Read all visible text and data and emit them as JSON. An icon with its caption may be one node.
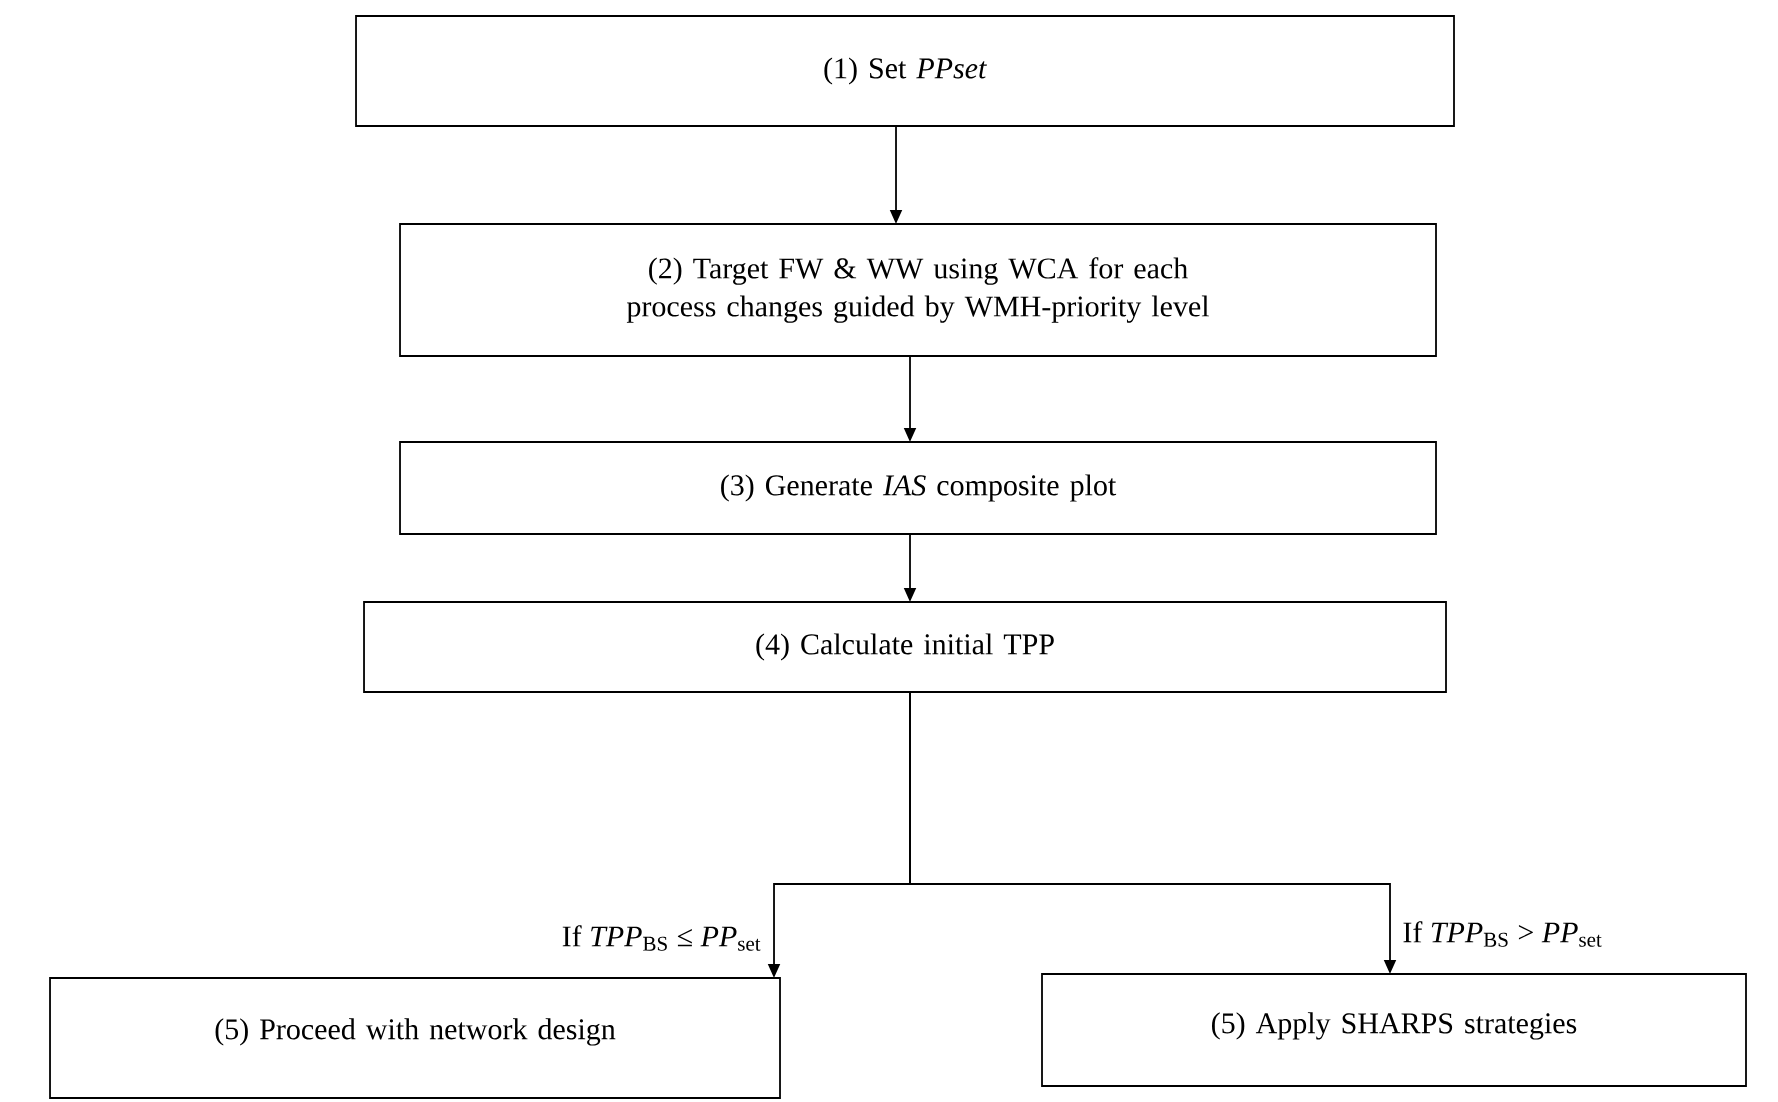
{
  "diagram": {
    "nodes": [
      {
        "text": [
          "(1) Set *PPset*"
        ]
      },
      {
        "text": [
          "(2) Target FW & WW using WCA for each process changes guided by WMH-priority level"
        ]
      },
      {
        "text": [
          "(3) Generate *IAS* composite plot"
        ]
      },
      {
        "text": [
          "(4) Calculate initial TPP"
        ]
      },
      {
        "text": [
          "(5) Proceed with network design"
        ]
      },
      {
        "text": [
          "(5) Apply SHARPS strategies"
        ]
      }
    ],
    "edges": [
      {
        "from": 0,
        "to": 1,
        "arrow": "to"
      },
      {
        "from": 1,
        "to": 2,
        "arrow": "to"
      },
      {
        "from": 2,
        "to": 3,
        "arrow": "to"
      },
      {
        "from": 3,
        "to": 4,
        "arrow": "to",
        "label": "If *TPP*$_{BS}$ ≤ *PP*$_{set}$"
      },
      {
        "from": 3,
        "to": 5,
        "arrow": "to",
        "label": "If *TPP*$_{BS}$ > *PP*$_{set}$"
      }
    ]
  }
}
